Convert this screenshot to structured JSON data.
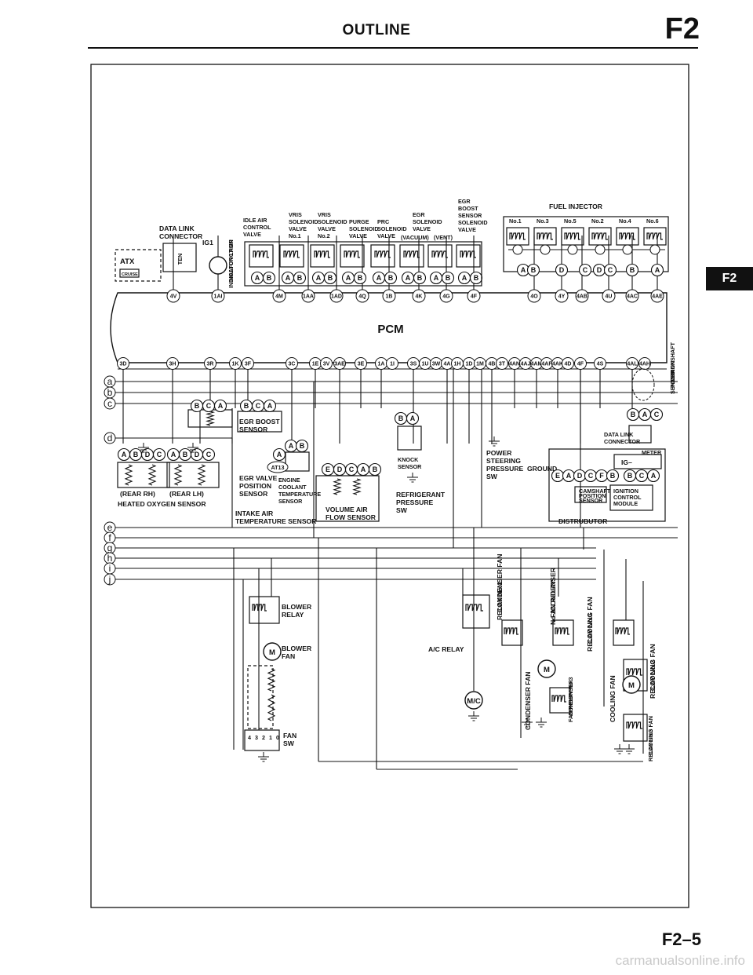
{
  "header": {
    "title": "OUTLINE",
    "code": "F2"
  },
  "side_tab": "F2",
  "footer": {
    "page_number": "F2–5",
    "watermark": "carmanualsonline.info"
  },
  "diagram": {
    "pcm": "PCM",
    "fuel_injector": {
      "title": "FUEL INJECTOR",
      "labels": [
        "No.1",
        "No.3",
        "No.5",
        "No.2",
        "No.4",
        "No.6"
      ],
      "pins": [
        "A",
        "B",
        "D",
        "C",
        "D",
        "C",
        "B",
        "A"
      ]
    },
    "solenoids": {
      "iac": [
        "IDLE AIR",
        "CONTROL",
        "VALVE"
      ],
      "vris1": [
        "VRIS",
        "SOLENOID",
        "VALVE",
        "No.1"
      ],
      "vris2": [
        "VRIS",
        "SOLENOID",
        "VALVE",
        "No.2"
      ],
      "purge": [
        "PURGE",
        "SOLENOID",
        "VALVE"
      ],
      "prc": [
        "PRC",
        "SOLENOID",
        "VALVE"
      ],
      "egr_sol": [
        "EGR",
        "SOLENOID",
        "VALVE"
      ],
      "vacuum": "(VACUUM)",
      "vent": "(VENT)",
      "egr_boost": [
        "EGR",
        "BOOST",
        "SENSOR",
        "SOLENOID",
        "VALVE"
      ],
      "pins": [
        "A",
        "B"
      ]
    },
    "data_link": {
      "title": [
        "DATA LINK",
        "CONNECTOR"
      ],
      "atx": "ATX",
      "cruise": "CRUISE",
      "ten": "TEN",
      "ig1": "IG1"
    },
    "mil": [
      "MALFUNCTION",
      "INDICATOR LAMP"
    ],
    "pcm_top_pins": [
      "4V",
      "1AI",
      "4M",
      "1AA",
      "1AD",
      "4Q",
      "1B",
      "4K",
      "4G",
      "4F",
      "4O",
      "4Y",
      "4AB",
      "4U",
      "4AC",
      "4AE"
    ],
    "pcm_bottom_pins": [
      "3D",
      "3H",
      "3R",
      "1K",
      "3F",
      "3C",
      "1E",
      "3V",
      "3AE",
      "3E",
      "1A",
      "1I",
      "3S",
      "1U",
      "3W",
      "4A",
      "1H",
      "1D",
      "1M",
      "4B",
      "3T",
      "4AN",
      "4AJ",
      "4AM",
      "4AF",
      "4AK",
      "4D",
      "4F",
      "4S",
      "4AL",
      "4AH"
    ],
    "left_circles": [
      "a",
      "b",
      "c",
      "d",
      "e",
      "f",
      "g",
      "h",
      "i",
      "j"
    ],
    "o2": {
      "rear_rh": "(REAR RH)",
      "rear_lh": "(REAR LH)",
      "caption": "HEATED OXYGEN SENSOR",
      "pins": [
        "A",
        "B",
        "D",
        "C"
      ]
    },
    "sensors": {
      "egr_position": [
        "EGR VALVE",
        "POSITION",
        "SENSOR"
      ],
      "egr_boost_sensor": [
        "EGR BOOST",
        "SENSOR"
      ],
      "bca": [
        "B",
        "C",
        "A"
      ],
      "at13": "AT13",
      "ab": [
        "A",
        "B"
      ],
      "coolant": [
        "ENGINE",
        "COOLANT",
        "TEMPERATURE",
        "SENSOR"
      ],
      "intake_air": [
        "INTAKE AIR",
        "TEMPERATURE SENSOR"
      ],
      "vaf": [
        "VOLUME AIR",
        "FLOW SENSOR"
      ],
      "vaf_pins": [
        "E",
        "D",
        "C",
        "A",
        "B"
      ],
      "knock": [
        "KNOCK",
        "SENSOR"
      ],
      "refrigerant": [
        "REFRIGERANT",
        "PRESSURE",
        "SW"
      ],
      "ps": [
        "POWER",
        "STEERING",
        "PRESSURE",
        "SW"
      ],
      "ground": "GROUND",
      "crankshaft": [
        "CRANKSHAFT",
        "POSITION",
        "SENSOR"
      ],
      "dlc_small": [
        "DATA LINK",
        "CONNECTOR"
      ]
    },
    "distributor": {
      "title": "DISTRUBUTOR",
      "meter": "METER",
      "ig": "IG–",
      "pins": [
        "E",
        "A",
        "D",
        "C",
        "F",
        "B",
        "B",
        "C",
        "A"
      ],
      "camshaft": [
        "CAMSHAFT",
        "POSITION",
        "SENSOR"
      ],
      "icm": [
        "IGNITION",
        "CONTROL",
        "MODULE"
      ]
    },
    "relays": {
      "blower_relay": [
        "BLOWER",
        "RELAY"
      ],
      "blower_fan": [
        "BLOWER",
        "FAN"
      ],
      "fan_sw": [
        "FAN",
        "SW"
      ],
      "fan_sw_pos": [
        "4",
        "3",
        "2",
        "1",
        "0"
      ],
      "ac_relay": "A/C RELAY",
      "mc": "M/C",
      "cond_fan_relay1": [
        "CONDENSER FAN",
        "RELAY No.1"
      ],
      "cond_fan_relay2": [
        "CONDENSER",
        "FAN RELAY",
        "No.2"
      ],
      "cond_fan": "CONDENSER FAN",
      "cond_fan_relay3": [
        "CONDENSER",
        "FAN RELAY No.3"
      ],
      "cool_fan_relay1": [
        "COOLING FAN",
        "RELAY No.1"
      ],
      "cool_fan_relay2": [
        "COOLING FAN",
        "RELAY No.2"
      ],
      "cool_fan": "COOLING FAN",
      "cool_fan_relay3": [
        "COOLING FAN",
        "RELAY No.3"
      ],
      "m": "M"
    }
  }
}
